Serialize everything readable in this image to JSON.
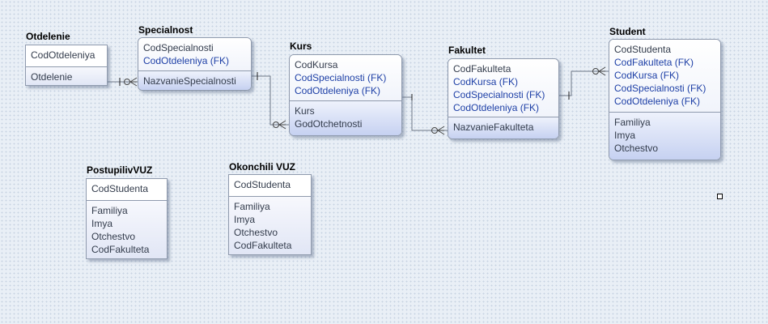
{
  "diagram": {
    "entities": [
      {
        "id": "otdelenie",
        "title": "Otdelenie",
        "style": "square",
        "keys": [
          {
            "text": "CodOtdeleniya",
            "fk": false
          }
        ],
        "attributes": [
          {
            "text": "Otdelenie",
            "fk": false
          }
        ]
      },
      {
        "id": "specialnost",
        "title": "Specialnost",
        "style": "rounded",
        "keys": [
          {
            "text": "CodSpecialnosti",
            "fk": false
          },
          {
            "text": "CodOtdeleniya (FK)",
            "fk": true
          }
        ],
        "attributes": [
          {
            "text": "NazvanieSpecialnosti",
            "fk": false
          }
        ]
      },
      {
        "id": "kurs",
        "title": "Kurs",
        "style": "rounded",
        "keys": [
          {
            "text": "CodKursa",
            "fk": false
          },
          {
            "text": "CodSpecialnosti (FK)",
            "fk": true
          },
          {
            "text": "CodOtdeleniya (FK)",
            "fk": true
          }
        ],
        "attributes": [
          {
            "text": "Kurs",
            "fk": false
          },
          {
            "text": "GodOtchetnosti",
            "fk": false
          }
        ]
      },
      {
        "id": "fakultet",
        "title": "Fakultet",
        "style": "rounded",
        "keys": [
          {
            "text": "CodFakulteta",
            "fk": false
          },
          {
            "text": "CodKursa (FK)",
            "fk": true
          },
          {
            "text": "CodSpecialnosti (FK)",
            "fk": true
          },
          {
            "text": "CodOtdeleniya (FK)",
            "fk": true
          }
        ],
        "attributes": [
          {
            "text": "NazvanieFakulteta",
            "fk": false
          }
        ]
      },
      {
        "id": "student",
        "title": "Student",
        "style": "rounded",
        "keys": [
          {
            "text": "CodStudenta",
            "fk": false
          },
          {
            "text": "CodFakulteta (FK)",
            "fk": true
          },
          {
            "text": "CodKursa (FK)",
            "fk": true
          },
          {
            "text": "CodSpecialnosti (FK)",
            "fk": true
          },
          {
            "text": "CodOtdeleniya (FK)",
            "fk": true
          }
        ],
        "attributes": [
          {
            "text": "Familiya",
            "fk": false
          },
          {
            "text": "Imya",
            "fk": false
          },
          {
            "text": "Otchestvo",
            "fk": false
          }
        ]
      },
      {
        "id": "postupilivvuz",
        "title": "PostupilivVUZ",
        "style": "square",
        "keys": [
          {
            "text": "CodStudenta",
            "fk": false
          }
        ],
        "attributes": [
          {
            "text": "Familiya",
            "fk": false
          },
          {
            "text": "Imya",
            "fk": false
          },
          {
            "text": "Otchestvo",
            "fk": false
          },
          {
            "text": "CodFakulteta",
            "fk": false
          }
        ]
      },
      {
        "id": "okonchilivuz",
        "title": "Okonchili VUZ",
        "style": "square",
        "keys": [
          {
            "text": "CodStudenta",
            "fk": false
          }
        ],
        "attributes": [
          {
            "text": "Familiya",
            "fk": false
          },
          {
            "text": "Imya",
            "fk": false
          },
          {
            "text": "Otchestvo",
            "fk": false
          },
          {
            "text": "CodFakulteta",
            "fk": false
          }
        ]
      }
    ],
    "relationships": [
      {
        "from": "otdelenie",
        "to": "specialnost",
        "parent_end": "one",
        "child_end": "zero-or-many"
      },
      {
        "from": "specialnost",
        "to": "kurs",
        "parent_end": "one",
        "child_end": "zero-or-many"
      },
      {
        "from": "kurs",
        "to": "fakultet",
        "parent_end": "one",
        "child_end": "zero-or-many"
      },
      {
        "from": "fakultet",
        "to": "student",
        "parent_end": "one",
        "child_end": "zero-or-many"
      }
    ],
    "colors": {
      "fk_text": "#1d3fa6",
      "plain_text": "#333c4c",
      "border": "#8f9aad",
      "connector": "#6d7787"
    }
  }
}
